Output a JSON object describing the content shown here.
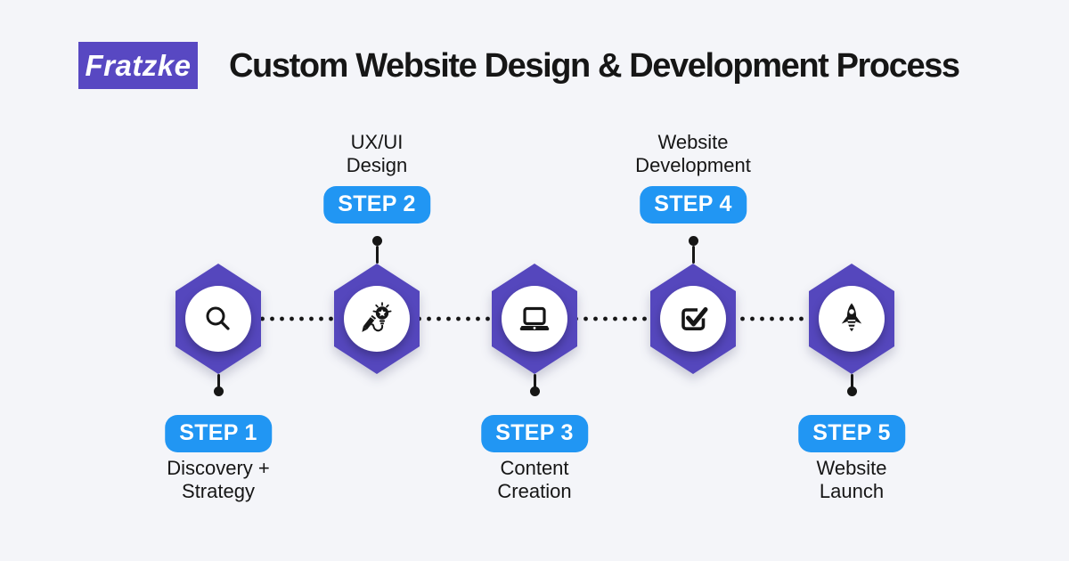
{
  "header": {
    "logo_text": "Fratzke",
    "title": "Custom Website Design & Development Process"
  },
  "steps": [
    {
      "badge": "STEP 1",
      "label_lines": [
        "Discovery +",
        "Strategy"
      ],
      "icon": "search-icon",
      "position": "bottom"
    },
    {
      "badge": "STEP 2",
      "label_lines": [
        "UX/UI",
        "Design"
      ],
      "icon": "pen-bulb-icon",
      "position": "top"
    },
    {
      "badge": "STEP 3",
      "label_lines": [
        "Content",
        "Creation"
      ],
      "icon": "laptop-icon",
      "position": "bottom"
    },
    {
      "badge": "STEP 4",
      "label_lines": [
        "Website",
        "Development"
      ],
      "icon": "checkbox-icon",
      "position": "top"
    },
    {
      "badge": "STEP 5",
      "label_lines": [
        "Website",
        "Launch"
      ],
      "icon": "rocket-icon",
      "position": "bottom"
    }
  ],
  "colors": {
    "background": "#F4F5F9",
    "brand_purple": "#5848C2",
    "hexagon_purple": "#5547BD",
    "badge_blue": "#2196F3",
    "text_dark": "#161616"
  }
}
